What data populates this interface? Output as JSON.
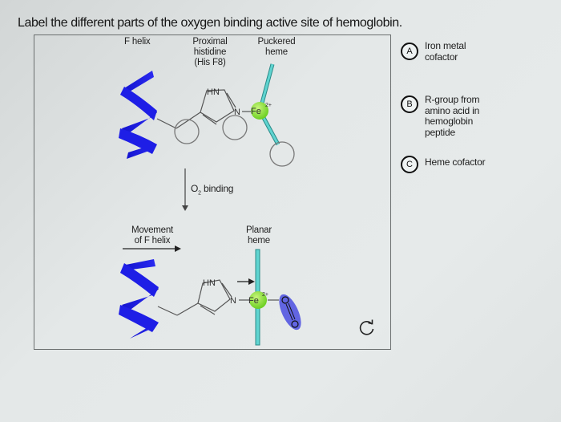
{
  "question": {
    "title": "Label the different parts of the oxygen binding active site of hemoglobin."
  },
  "diagram": {
    "top_labels": {
      "f_helix": "F helix",
      "proximal_histidine": [
        "Proximal",
        "histidine",
        "(His F8)"
      ],
      "puckered_heme": [
        "Puckered",
        "heme"
      ]
    },
    "top_structure": {
      "hn": "HN",
      "n": "N",
      "fe": "Fe",
      "fe_charge": "2+"
    },
    "transition": {
      "label_o": "O",
      "label_sub": "2",
      "label_rest": " binding"
    },
    "bottom_labels": {
      "movement_f_helix": [
        "Movement",
        "of F helix"
      ],
      "planar_heme": [
        "Planar",
        "heme"
      ]
    },
    "bottom_structure": {
      "hn": "HN",
      "n": "N",
      "fe": "Fe",
      "fe_charge": "2+",
      "o_top": "O",
      "o_bottom": "O"
    },
    "drop_targets": 3,
    "colors": {
      "helix": "#1a1adb",
      "helix_dark": "#0b0b3a",
      "heme": "#46c3c0",
      "iron": "#8fe03a",
      "oxygen": "#4a4ee0"
    }
  },
  "options": [
    {
      "letter": "A",
      "text": [
        "Iron metal",
        "cofactor"
      ]
    },
    {
      "letter": "B",
      "text": [
        "R-group from",
        "amino acid in",
        "hemoglobin",
        "peptide"
      ]
    },
    {
      "letter": "C",
      "text": [
        "Heme cofactor"
      ]
    }
  ],
  "controls": {
    "reset_icon": "reset-icon"
  }
}
